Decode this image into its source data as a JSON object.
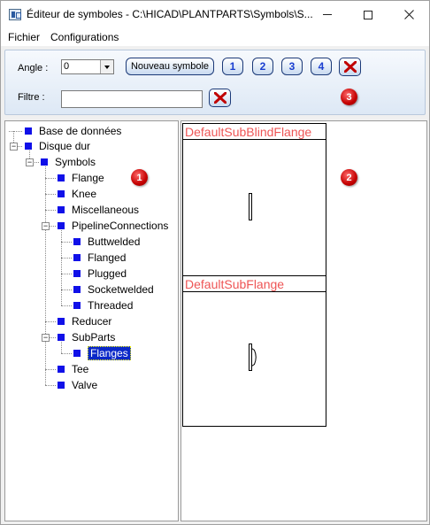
{
  "window": {
    "title": "Éditeur de symboles - C:\\HICAD\\PLANTPARTS\\Symbols\\S...",
    "icons": [
      "app-icon",
      "minimize-icon",
      "maximize-icon",
      "close-icon"
    ]
  },
  "menu": {
    "items": [
      "Fichier",
      "Configurations"
    ]
  },
  "toolbar": {
    "angle_label": "Angle :",
    "angle_value": "0",
    "new_symbol_label": "Nouveau symbole",
    "view_buttons": [
      "1",
      "2",
      "3",
      "4"
    ],
    "filter_label": "Filtre :",
    "filter_value": ""
  },
  "markers": [
    "1",
    "2",
    "3"
  ],
  "tree": {
    "items": [
      {
        "label": "Base de données"
      },
      {
        "label": "Disque dur"
      },
      {
        "label": "Symbols"
      },
      {
        "label": "Flange"
      },
      {
        "label": "Knee"
      },
      {
        "label": "Miscellaneous"
      },
      {
        "label": "PipelineConnections"
      },
      {
        "label": "Buttwelded"
      },
      {
        "label": "Flanged"
      },
      {
        "label": "Plugged"
      },
      {
        "label": "Socketwelded"
      },
      {
        "label": "Threaded"
      },
      {
        "label": "Reducer"
      },
      {
        "label": "SubParts"
      },
      {
        "label": "Flanges",
        "selected": true
      },
      {
        "label": "Tee"
      },
      {
        "label": "Valve"
      }
    ]
  },
  "preview": {
    "symbols": [
      {
        "name": "DefaultSubBlindFlange"
      },
      {
        "name": "DefaultSubFlange"
      }
    ]
  },
  "colors": {
    "node": "#1010e8",
    "selection": "#0a28c8",
    "symbol_title": "#e55555",
    "marker": "#c40000",
    "view_button_text": "#1a3ed0",
    "delete_x": "#c00000"
  }
}
